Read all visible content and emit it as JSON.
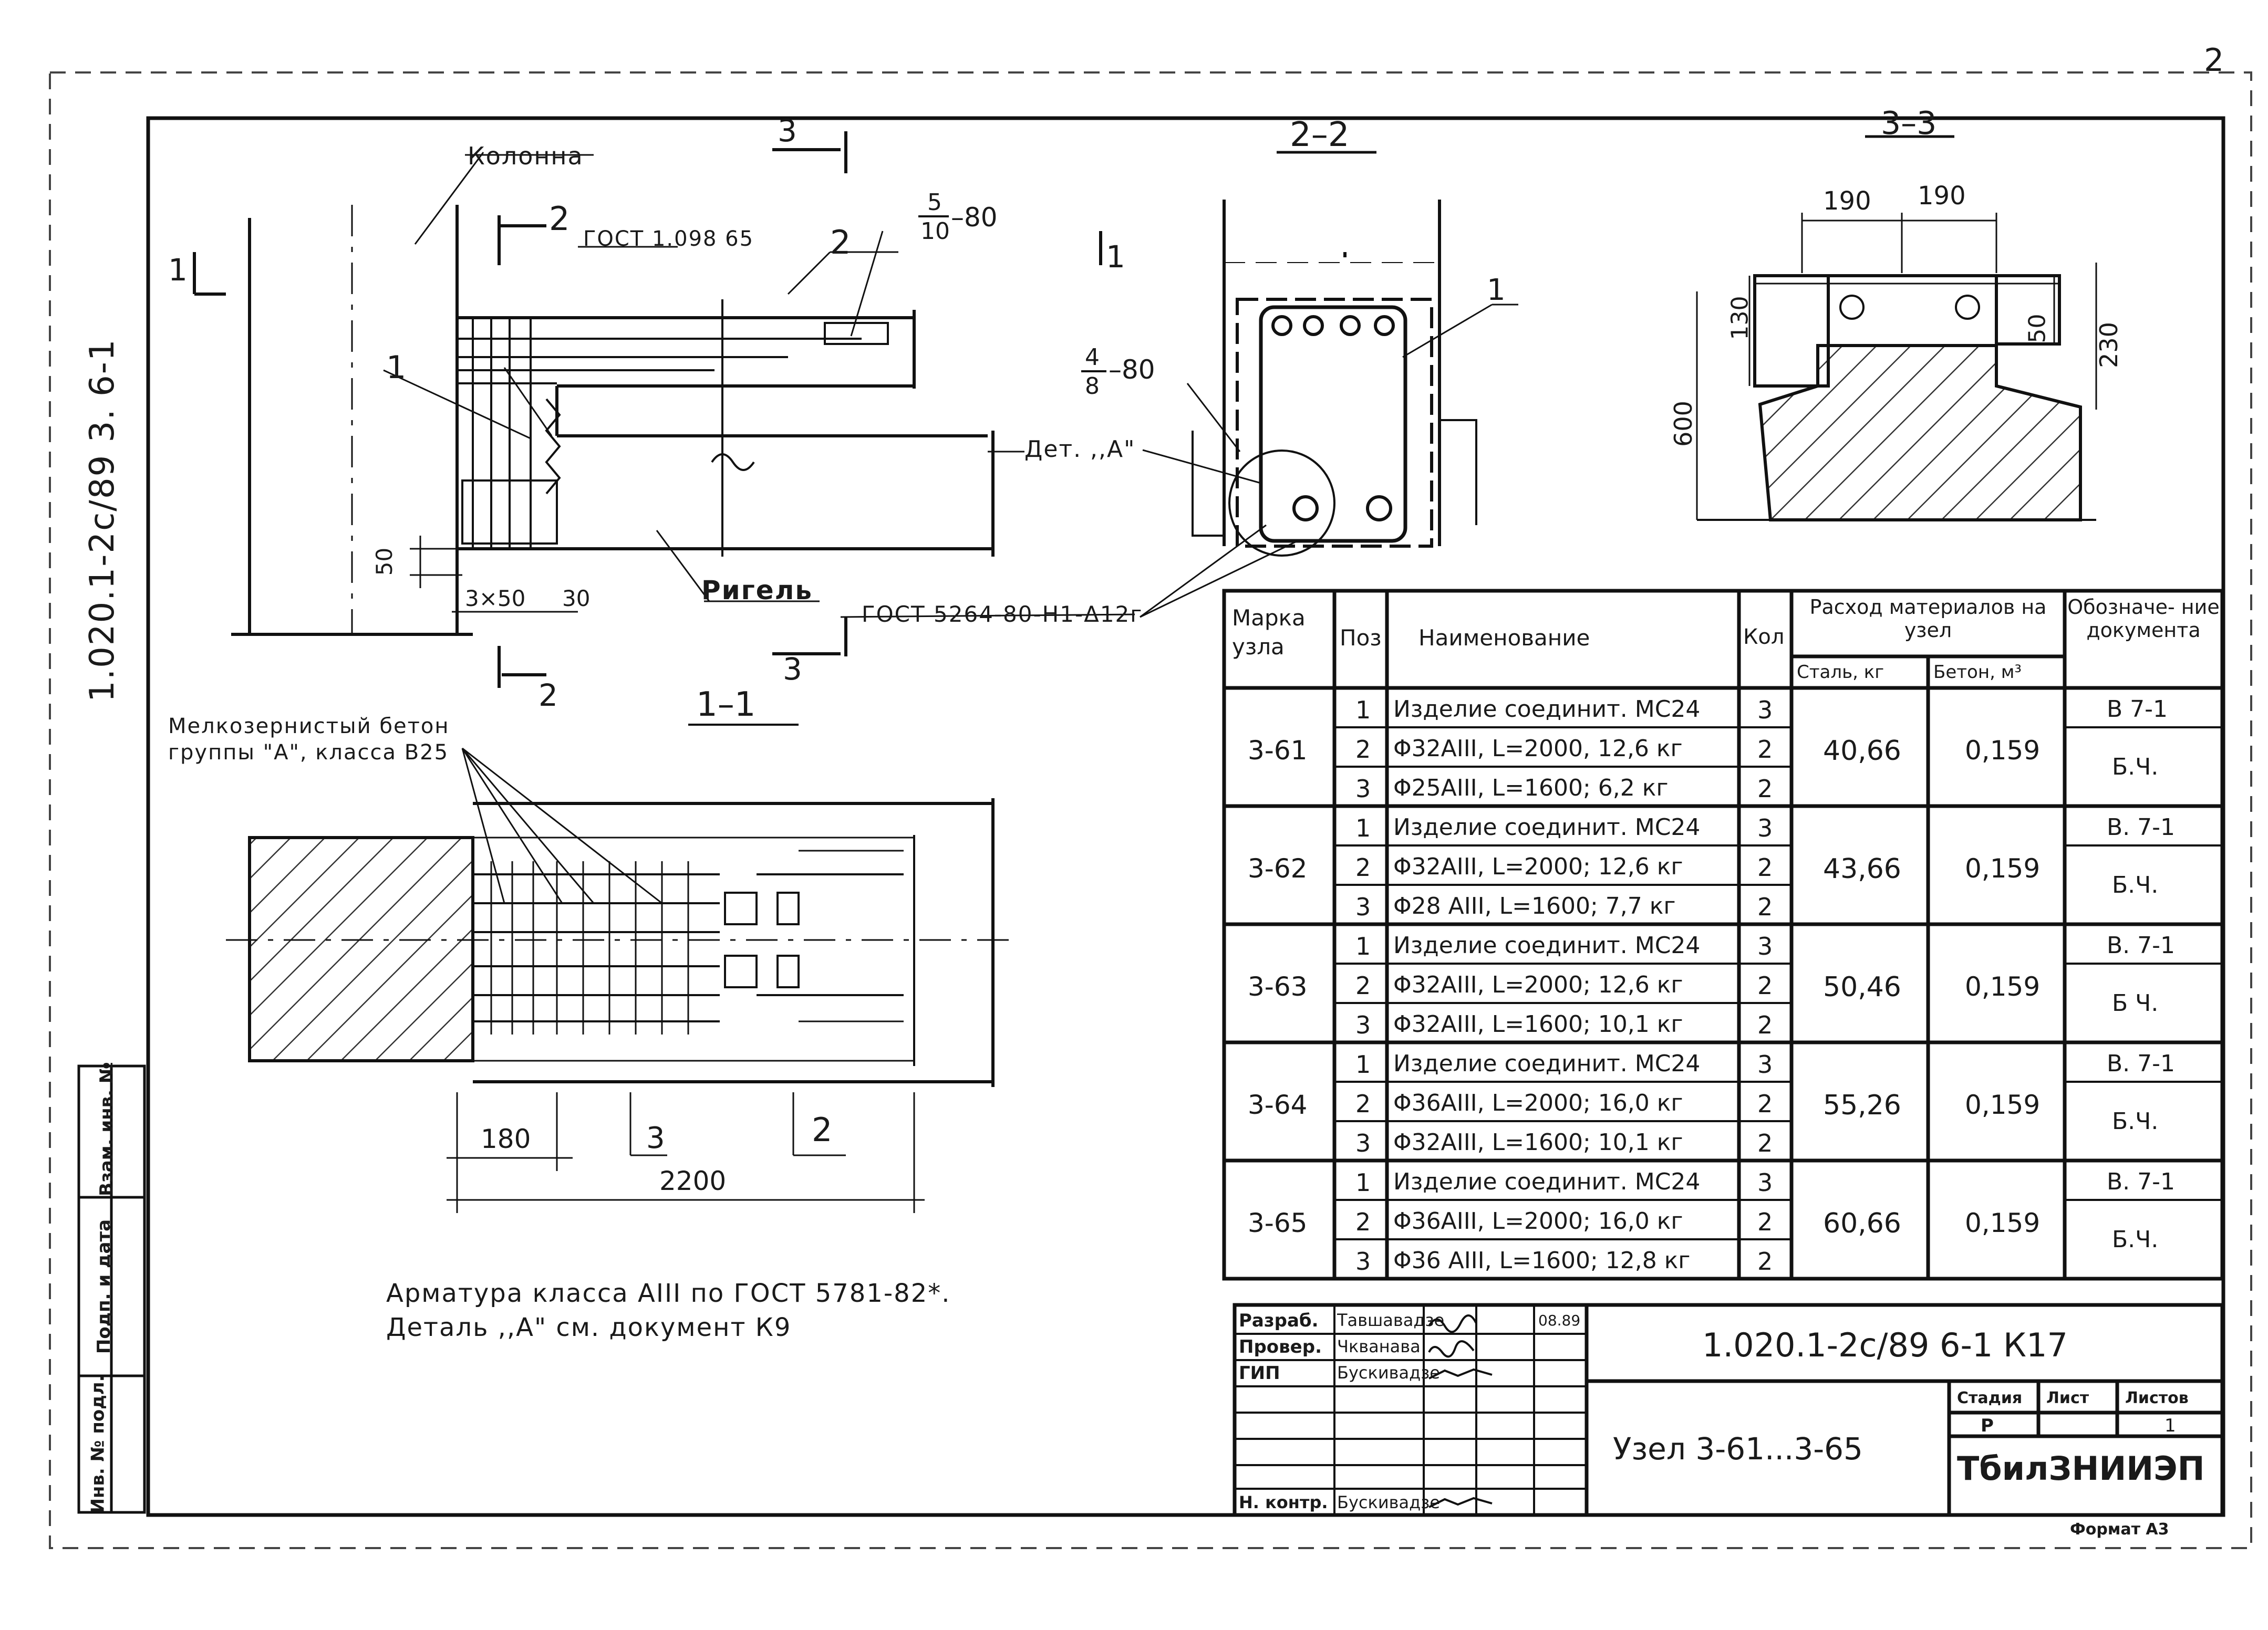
{
  "doc_number_vertical": "1.020.1-2с/89 3. 6-1",
  "corner_mark": "2",
  "labels": {
    "kolonna": "Колонна",
    "rigel": "Ригель",
    "gost_1098": "ГОСТ 1.098 65",
    "gost_5264": "ГОСТ 5264-80-Н1-Δ12г",
    "det_a": "Дет. ,,А\"",
    "concrete_line1": "Мелкозернистый бетон",
    "concrete_line2": "группы \"А\", класса В25",
    "frac_5": "5",
    "frac_10": "10",
    "frac_tail_80a": "–80",
    "frac_4": "4",
    "frac_8": "8",
    "frac_tail_80b": "–80"
  },
  "sections": {
    "s3_top": "3",
    "s2_left": "2",
    "s2_mid": "2",
    "s1_left": "1",
    "s1_right": "1",
    "s2_bottom": "2",
    "s3_bottom": "3",
    "pos1_elev": "1",
    "pos1_22": "1",
    "title_22": "2–2",
    "title_33": "3–3",
    "title_11": "1–1",
    "pos3_plan": "3",
    "pos2_plan": "2"
  },
  "dimensions": {
    "d50": "50",
    "d3x50": "3×50",
    "d30": "30",
    "d180": "180",
    "d2200": "2200",
    "d190": "190",
    "d190b": "190",
    "d130": "130",
    "d50b": "50",
    "d230": "230",
    "d600": "600"
  },
  "notes": {
    "line1": "Арматура класса АIII по ГОСТ 5781-82*.",
    "line2": "Деталь ,,А\" см. документ К9"
  },
  "table": {
    "headers": {
      "marka": "Марка узла",
      "poz": "Поз",
      "naim": "Наименование",
      "kol": "Кол",
      "rashod": "Расход материалов на узел",
      "stal": "Сталь, кг",
      "beton": "Бетон, м³",
      "oboz": "Обозначе- ние документа"
    },
    "groups": [
      {
        "marka": "3-61",
        "stal": "40,66",
        "beton": "0,159",
        "rows": [
          {
            "poz": "1",
            "naim": "Изделие соединит. МС24",
            "kol": "3"
          },
          {
            "poz": "2",
            "naim": "Φ32АIII, L=2000, 12,6 кг",
            "kol": "2"
          },
          {
            "poz": "3",
            "naim": "Φ25АIII, L=1600; 6,2 кг",
            "kol": "2"
          }
        ],
        "doc1": "В 7-1",
        "doc2": "Б.Ч."
      },
      {
        "marka": "3-62",
        "stal": "43,66",
        "beton": "0,159",
        "rows": [
          {
            "poz": "1",
            "naim": "Изделие соединит. МС24",
            "kol": "3"
          },
          {
            "poz": "2",
            "naim": "Φ32АIII, L=2000; 12,6 кг",
            "kol": "2"
          },
          {
            "poz": "3",
            "naim": "Φ28 АIII, L=1600; 7,7 кг",
            "kol": "2"
          }
        ],
        "doc1": "В. 7-1",
        "doc2": "Б.Ч."
      },
      {
        "marka": "3-63",
        "stal": "50,46",
        "beton": "0,159",
        "rows": [
          {
            "poz": "1",
            "naim": "Изделие соединит. МС24",
            "kol": "3"
          },
          {
            "poz": "2",
            "naim": "Φ32АIII, L=2000; 12,6 кг",
            "kol": "2"
          },
          {
            "poz": "3",
            "naim": "Φ32АIII, L=1600; 10,1 кг",
            "kol": "2"
          }
        ],
        "doc1": "В. 7-1",
        "doc2": "Б Ч."
      },
      {
        "marka": "3-64",
        "stal": "55,26",
        "beton": "0,159",
        "rows": [
          {
            "poz": "1",
            "naim": "Изделие соединит. МС24",
            "kol": "3"
          },
          {
            "poz": "2",
            "naim": "Φ36АIII, L=2000; 16,0 кг",
            "kol": "2"
          },
          {
            "poz": "3",
            "naim": "Φ32АIII, L=1600; 10,1 кг",
            "kol": "2"
          }
        ],
        "doc1": "В. 7-1",
        "doc2": "Б.Ч."
      },
      {
        "marka": "3-65",
        "stal": "60,66",
        "beton": "0,159",
        "rows": [
          {
            "poz": "1",
            "naim": "Изделие соединит. МС24",
            "kol": "3"
          },
          {
            "poz": "2",
            "naim": "Φ36АIII, L=2000; 16,0 кг",
            "kol": "2"
          },
          {
            "poz": "3",
            "naim": "Φ36 АIII, L=1600; 12,8 кг",
            "kol": "2"
          }
        ],
        "doc1": "В. 7-1",
        "doc2": "Б.Ч."
      }
    ]
  },
  "title_block": {
    "roles": [
      "Разраб.",
      "Провер.",
      "ГИП",
      "Н. контр."
    ],
    "names": [
      "Тавшавадзе",
      "Чкванава",
      "Бускивадзе",
      "Бускивадзе"
    ],
    "date": "08.89",
    "doc_code": "1.020.1-2с/89 6-1 К17",
    "node_title": "Узел 3-61...3-65",
    "stadiya_label": "Стадия",
    "list_label": "Лист",
    "listov_label": "Листов",
    "stadiya": "Р",
    "listov": "1",
    "org": "ТбилЗНИИЭП"
  },
  "side_stamp": [
    "Инв. № подл.",
    "Подп. и дата",
    "Взам. инв. №"
  ],
  "format": "Формат А3"
}
